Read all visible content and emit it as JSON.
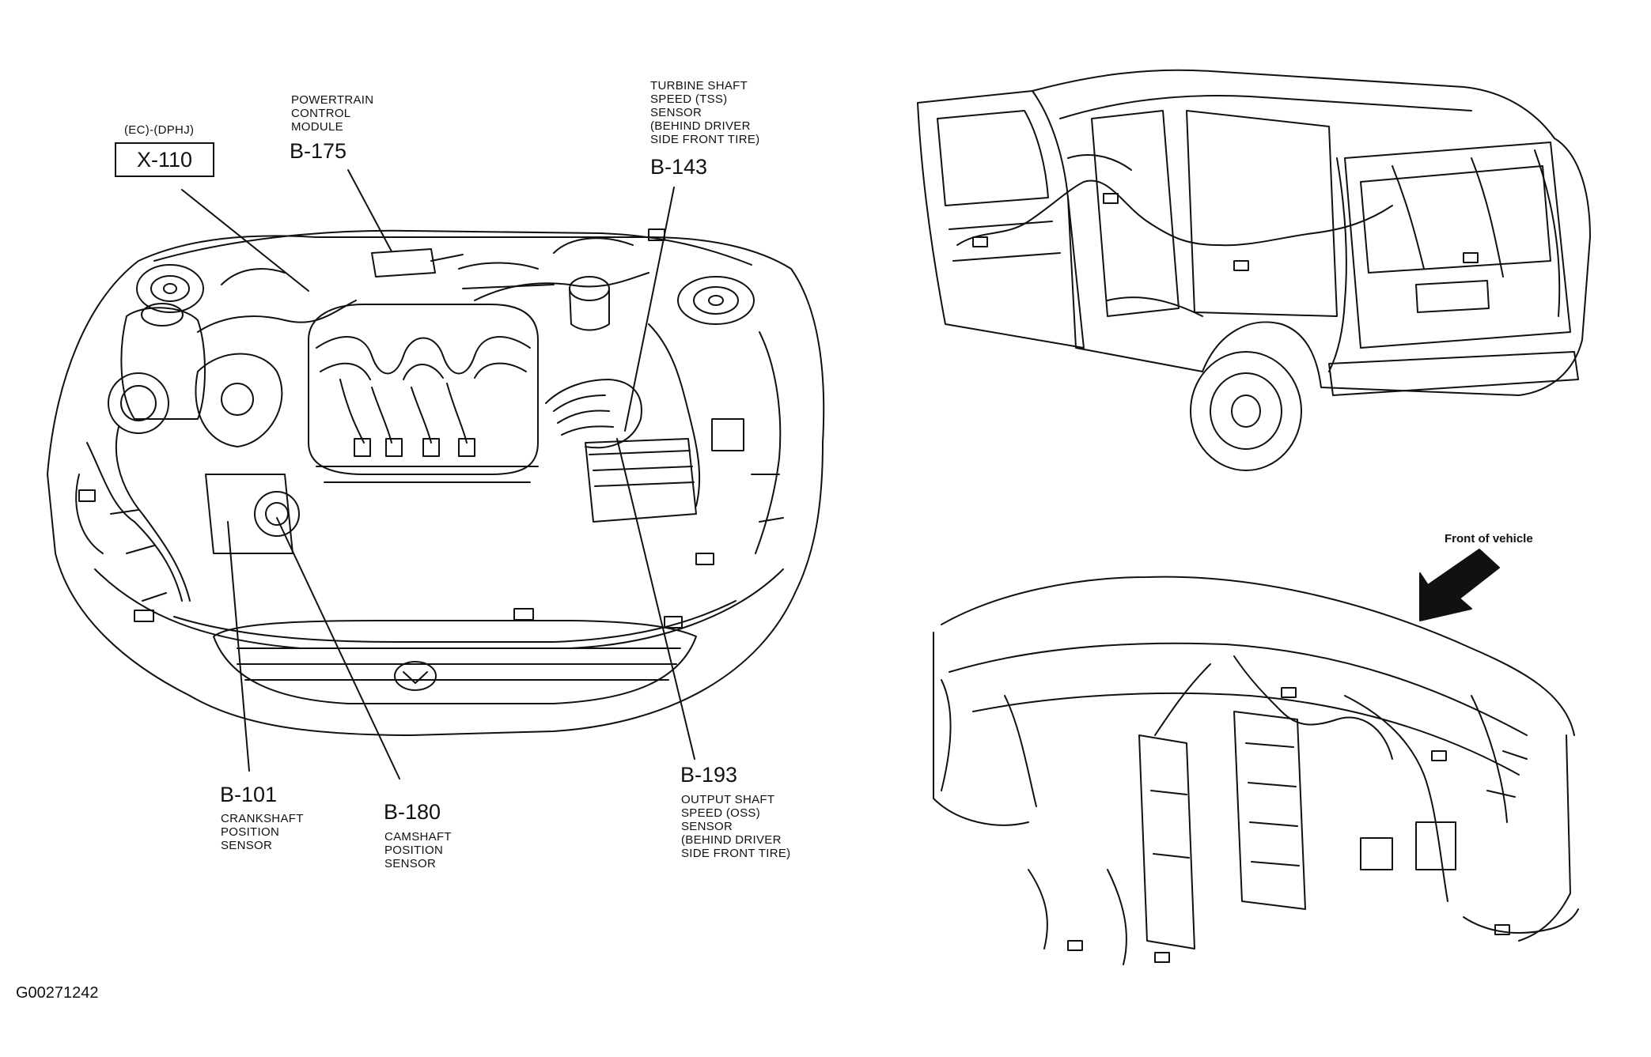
{
  "figure_id": "G00271242",
  "front_of_vehicle": "Front of vehicle",
  "callouts": {
    "x110": {
      "prefix": "(EC)-(DPHJ)",
      "code": "X-110"
    },
    "b175": {
      "desc": "POWERTRAIN\nCONTROL\nMODULE",
      "code": "B-175"
    },
    "b143": {
      "desc": "TURBINE SHAFT\nSPEED (TSS)\nSENSOR\n(BEHIND DRIVER\nSIDE FRONT TIRE)",
      "code": "B-143"
    },
    "b101": {
      "code": "B-101",
      "desc": "CRANKSHAFT\nPOSITION\nSENSOR"
    },
    "b180": {
      "code": "B-180",
      "desc": "CAMSHAFT\nPOSITION\nSENSOR"
    },
    "b193": {
      "code": "B-193",
      "desc": "OUTPUT SHAFT\nSPEED (OSS)\nSENSOR\n(BEHIND DRIVER\nSIDE FRONT TIRE)"
    }
  }
}
